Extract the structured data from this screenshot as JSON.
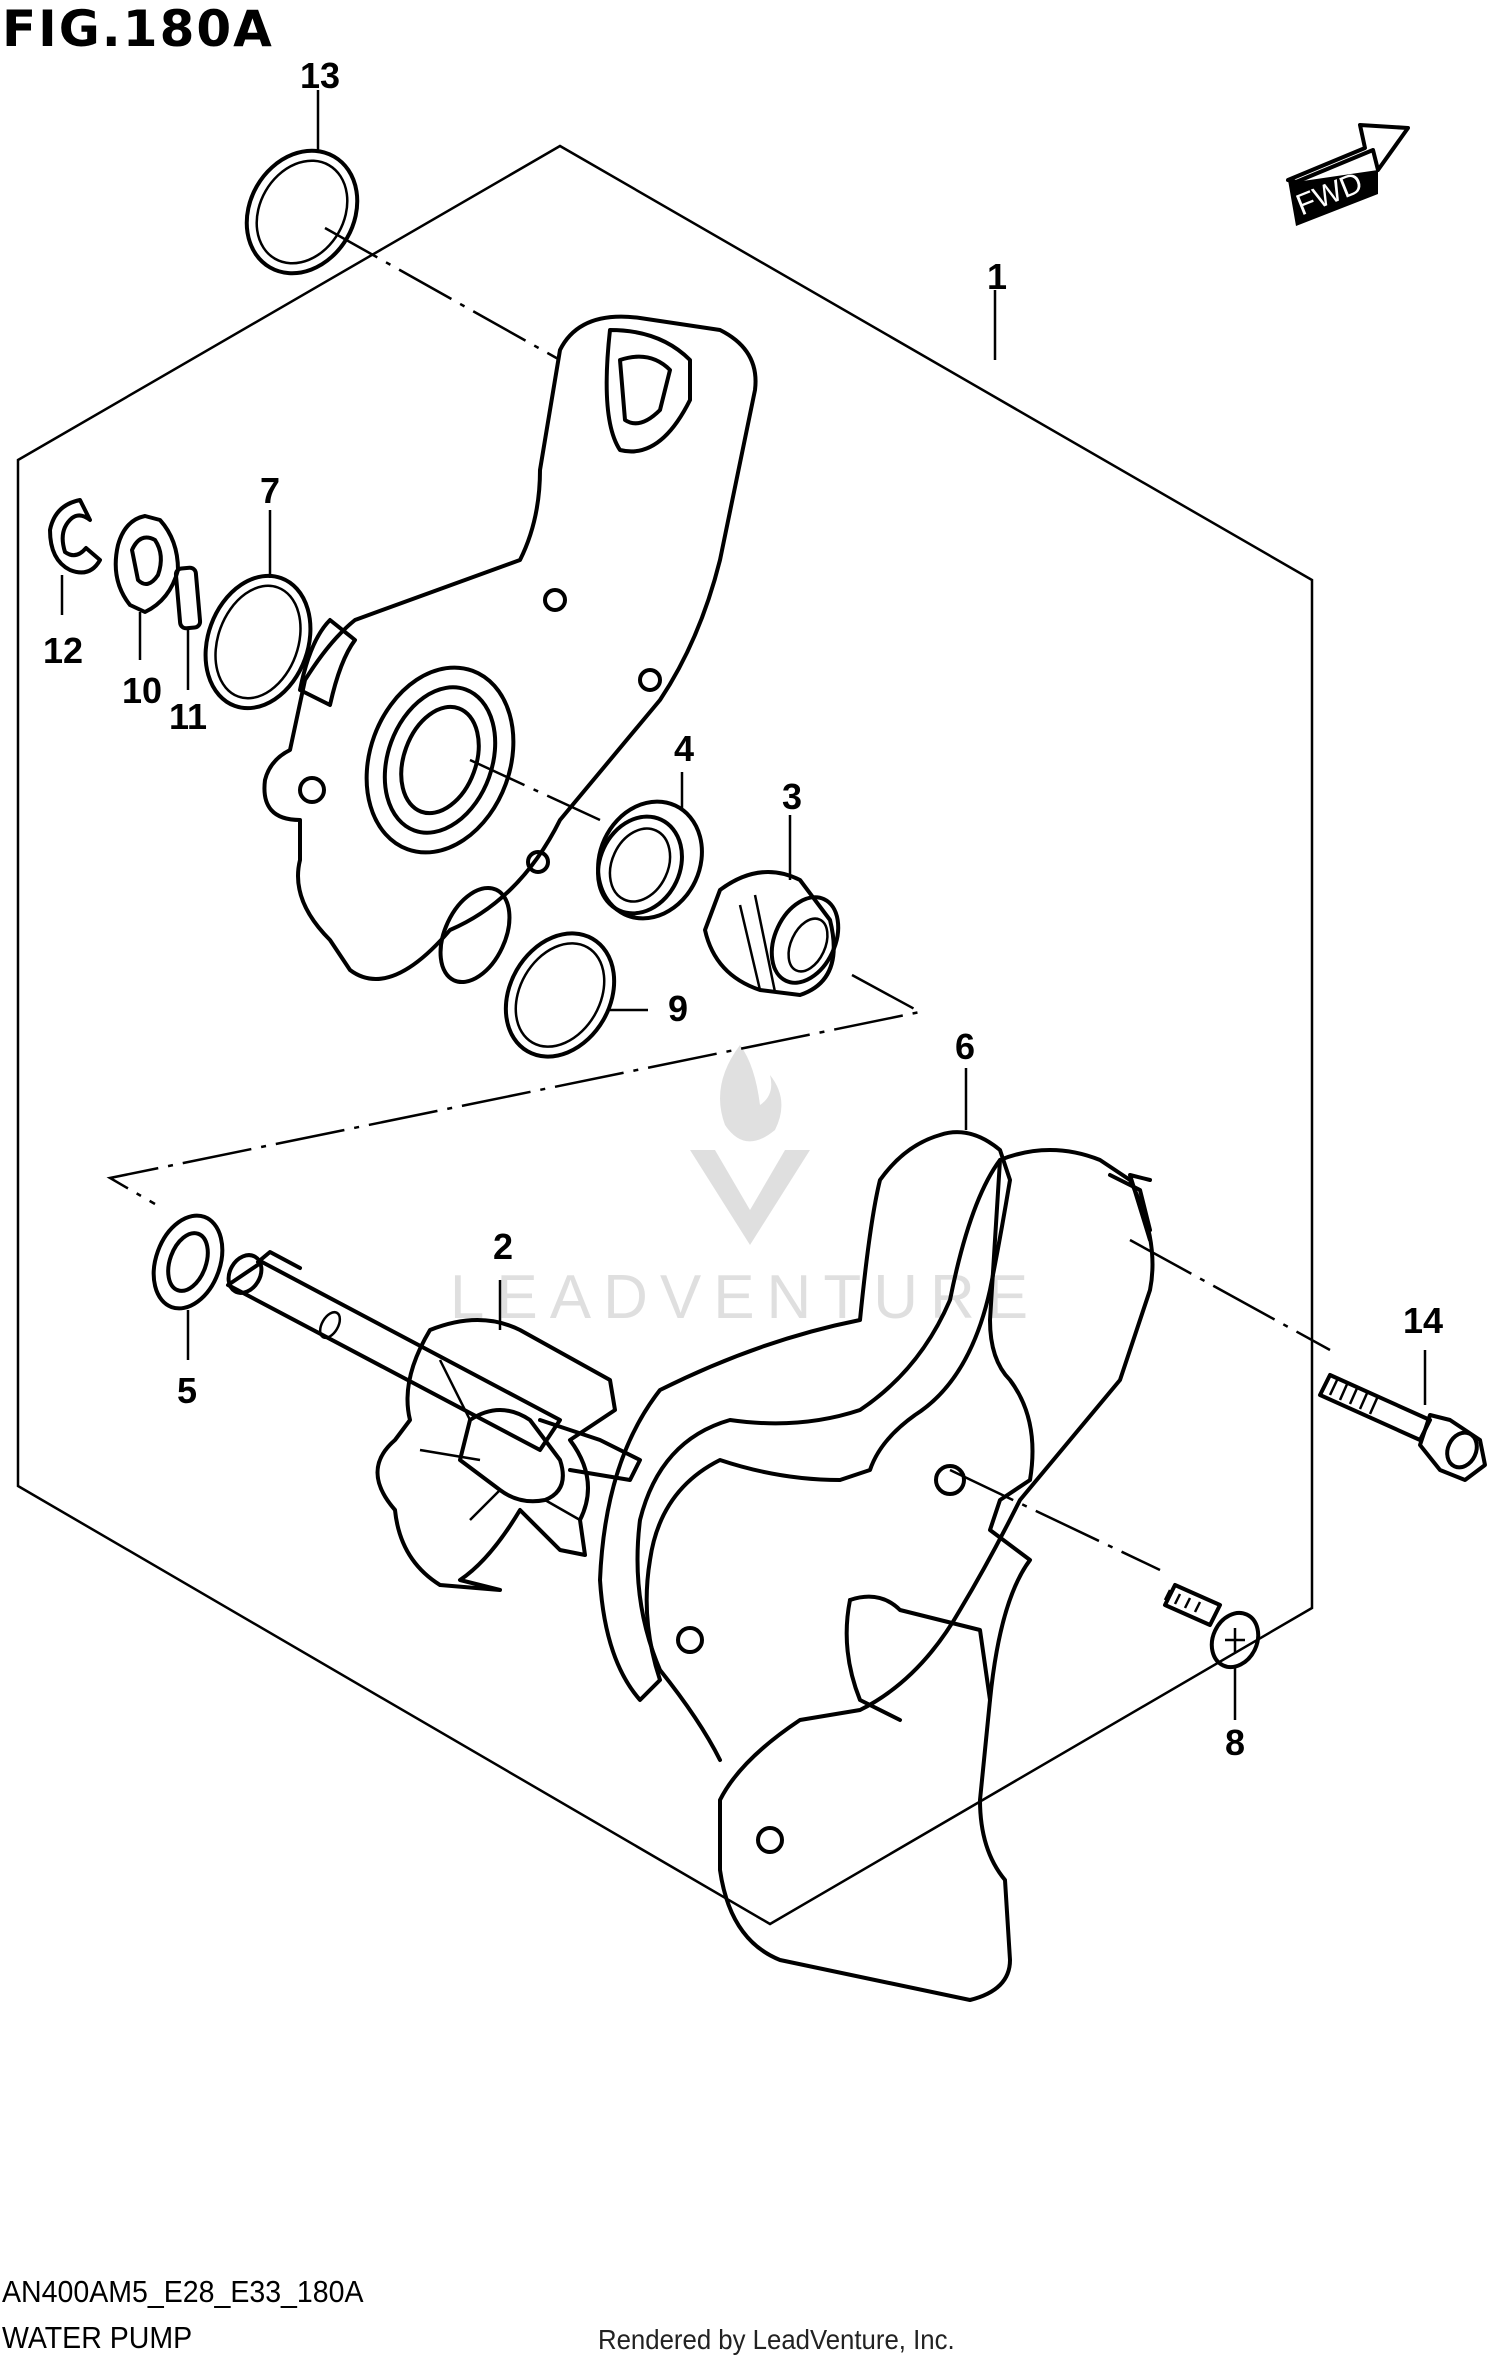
{
  "figure": {
    "title": "FIG.180A",
    "code": "AN400AM5_E28_E33_180A",
    "name": "WATER PUMP",
    "rendered_by": "Rendered by LeadVenture, Inc.",
    "watermark": "LEADVENTURE",
    "fwd_label": "FWD"
  },
  "callouts": [
    {
      "id": "1",
      "label": "1"
    },
    {
      "id": "2",
      "label": "2"
    },
    {
      "id": "3",
      "label": "3"
    },
    {
      "id": "4",
      "label": "4"
    },
    {
      "id": "5",
      "label": "5"
    },
    {
      "id": "6",
      "label": "6"
    },
    {
      "id": "7",
      "label": "7"
    },
    {
      "id": "8",
      "label": "8"
    },
    {
      "id": "9",
      "label": "9"
    },
    {
      "id": "10",
      "label": "10"
    },
    {
      "id": "11",
      "label": "11"
    },
    {
      "id": "12",
      "label": "12"
    },
    {
      "id": "13",
      "label": "13"
    },
    {
      "id": "14",
      "label": "14"
    }
  ]
}
